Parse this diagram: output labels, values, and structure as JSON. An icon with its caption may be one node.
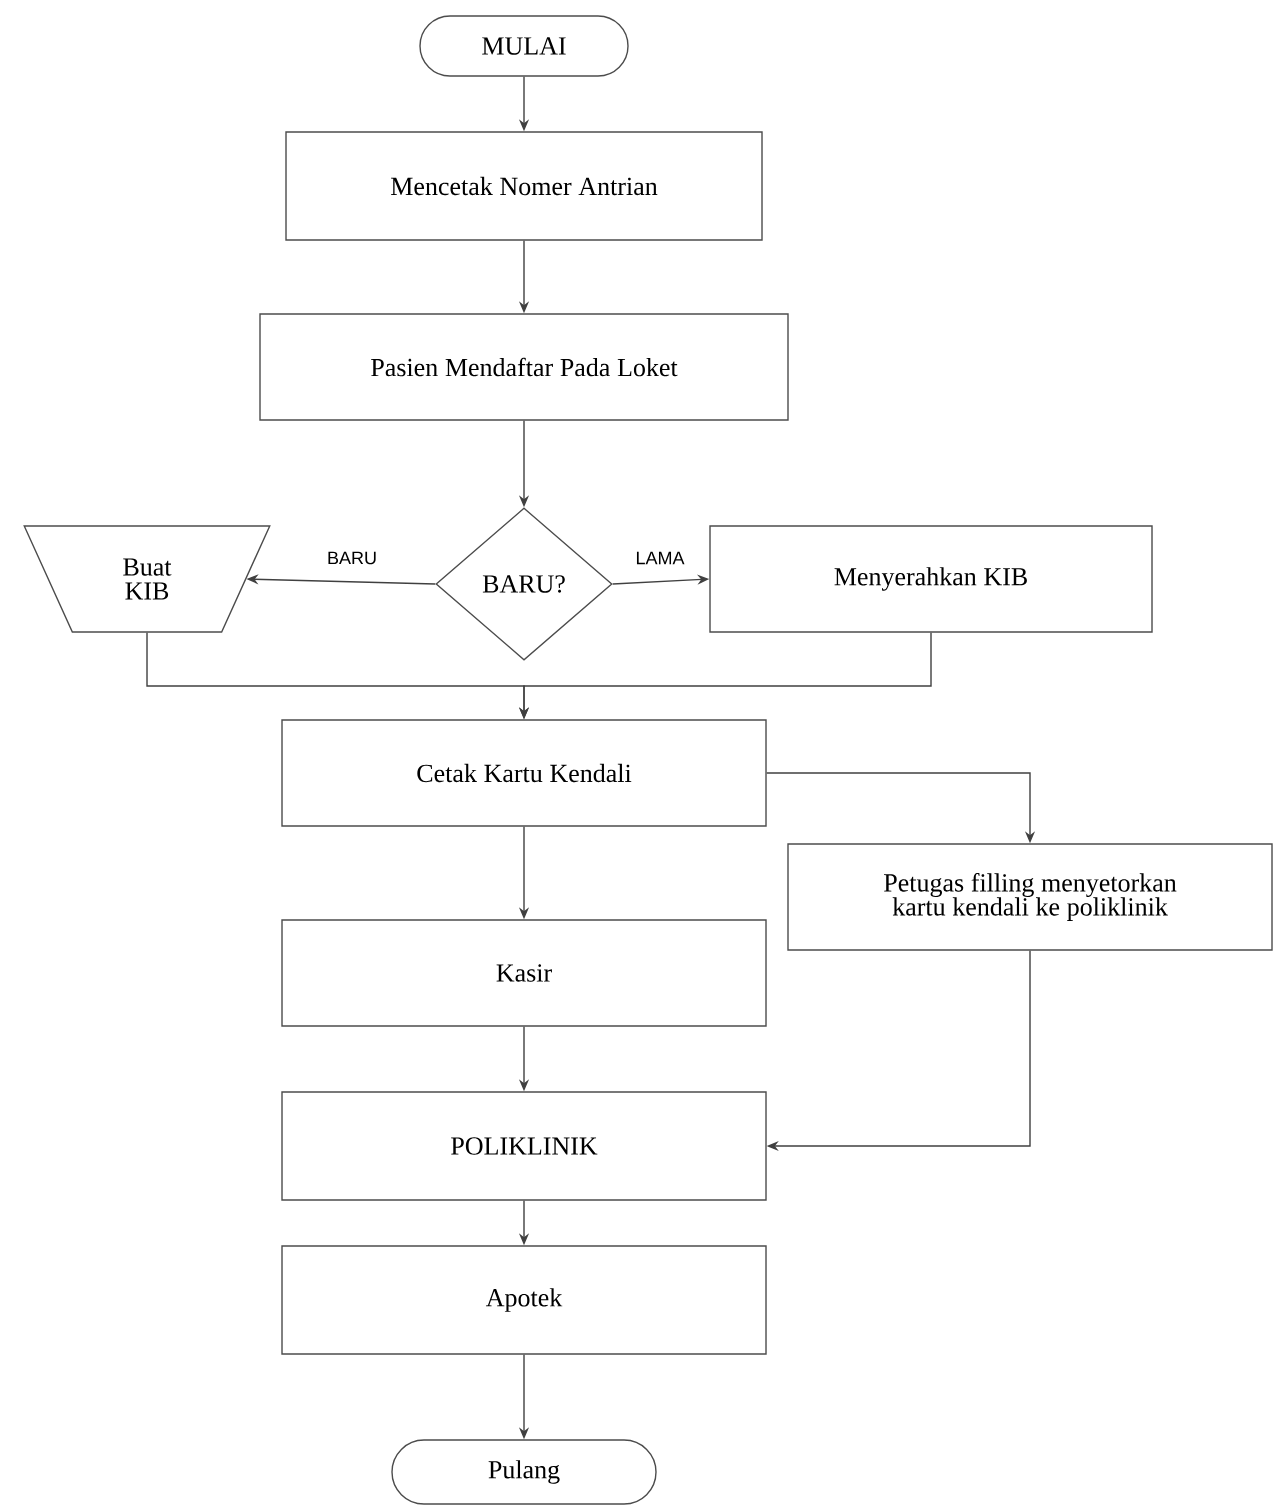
{
  "diagram": {
    "nodes": [
      {
        "text": [
          "MULAI"
        ]
      },
      {
        "text": [
          "Mencetak Nomer Antrian"
        ]
      },
      {
        "text": [
          "Pasien Mendaftar Pada Loket"
        ]
      },
      {
        "text": [
          "BARU?"
        ]
      },
      {
        "text": [
          "Buat KIB"
        ]
      },
      {
        "text": [
          "Menyerahkan KIB"
        ]
      },
      {
        "text": [
          "Cetak Kartu Kendali"
        ]
      },
      {
        "text": [
          "Petugas filling menyetorkan kartu kendali ke poliklinik"
        ]
      },
      {
        "text": [
          "Kasir"
        ]
      },
      {
        "text": [
          "POLIKLINIK"
        ]
      },
      {
        "text": [
          "Apotek"
        ]
      },
      {
        "text": [
          "Pulang"
        ]
      }
    ],
    "edges": [
      {
        "from": 0,
        "to": 1,
        "arrow": "to"
      },
      {
        "from": 1,
        "to": 2,
        "arrow": "to"
      },
      {
        "from": 2,
        "to": 3,
        "arrow": "to"
      },
      {
        "from": 3,
        "to": 4,
        "arrow": "to",
        "label": "BARU"
      },
      {
        "from": 3,
        "to": 5,
        "arrow": "to",
        "label": "LAMA"
      },
      {
        "from": 4,
        "to": 6,
        "arrow": "to"
      },
      {
        "from": 5,
        "to": 6,
        "arrow": "to"
      },
      {
        "from": 6,
        "to": 7,
        "arrow": "to"
      },
      {
        "from": 6,
        "to": 8,
        "arrow": "to"
      },
      {
        "from": 7,
        "to": 9,
        "arrow": "to"
      },
      {
        "from": 8,
        "to": 9,
        "arrow": "to"
      },
      {
        "from": 9,
        "to": 10,
        "arrow": "to"
      },
      {
        "from": 10,
        "to": 11,
        "arrow": "to"
      }
    ]
  }
}
